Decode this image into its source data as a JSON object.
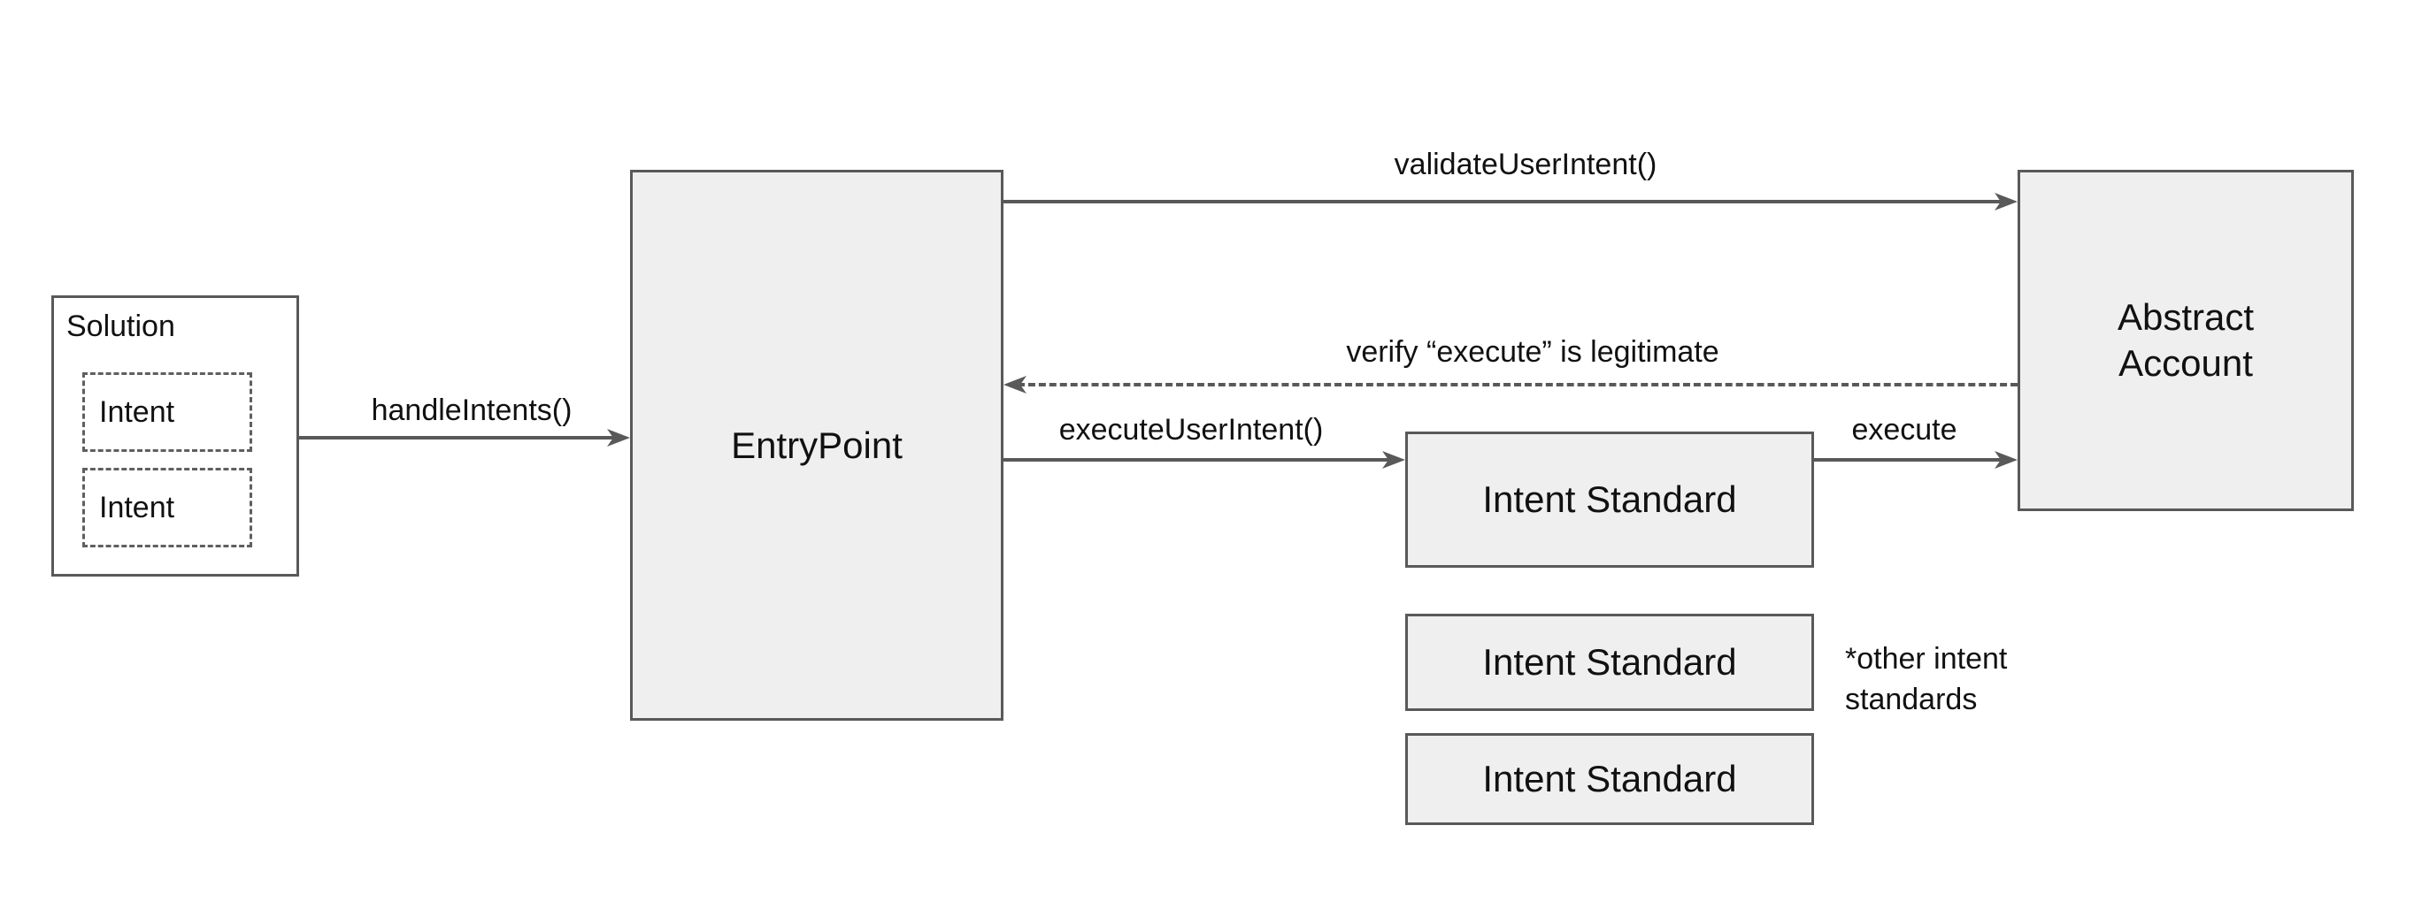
{
  "diagram": {
    "background": "#ffffff",
    "colors": {
      "box_fill": "#efefef",
      "box_border": "#595959",
      "arrow": "#595959",
      "text": "#111111"
    },
    "solution_box": {
      "label": "Solution",
      "intents": [
        "Intent",
        "Intent"
      ]
    },
    "entrypoint_box": {
      "label": "EntryPoint"
    },
    "abstract_account_box": {
      "label": "Abstract Account"
    },
    "intent_standard_boxes": [
      "Intent Standard",
      "Intent Standard",
      "Intent Standard"
    ],
    "note": "*other intent standards",
    "arrows": {
      "handle_intents": {
        "label": "handleIntents()",
        "style": "solid",
        "direction": "right"
      },
      "validate_user_intent": {
        "label": "validateUserIntent()",
        "style": "solid",
        "direction": "right"
      },
      "verify_execute": {
        "label": "verify “execute” is legitimate",
        "style": "dashed",
        "direction": "left"
      },
      "execute_user_intent": {
        "label": "executeUserIntent()",
        "style": "solid",
        "direction": "right"
      },
      "execute": {
        "label": "execute",
        "style": "solid",
        "direction": "right"
      }
    }
  }
}
